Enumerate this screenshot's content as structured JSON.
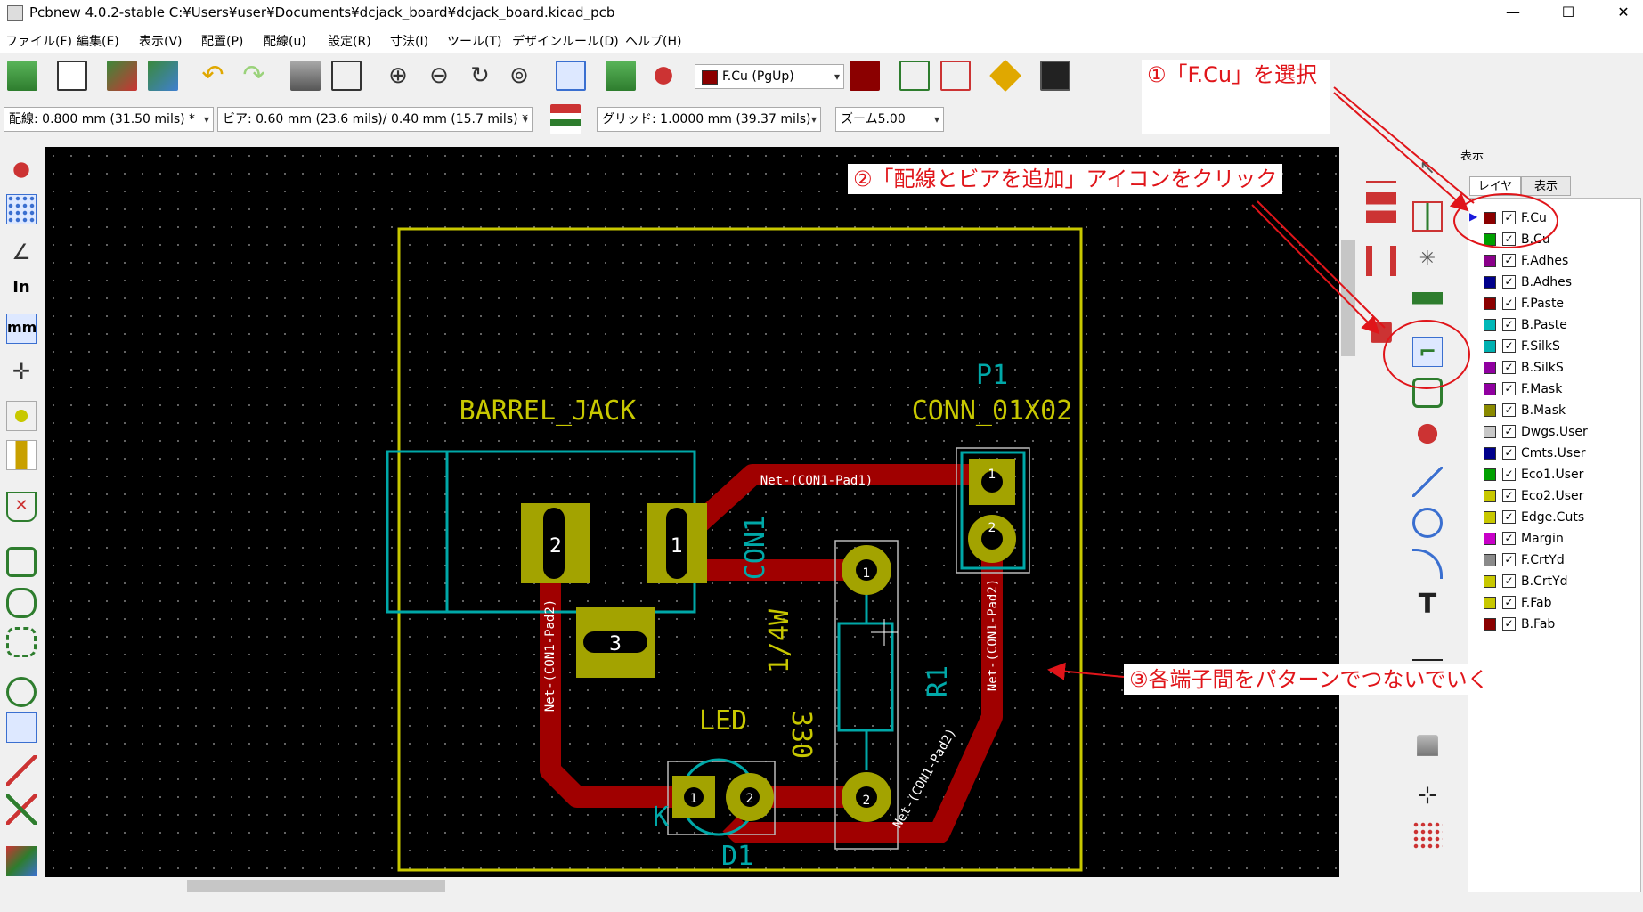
{
  "window": {
    "title": "Pcbnew 4.0.2-stable C:¥Users¥user¥Documents¥dcjack_board¥dcjack_board.kicad_pcb",
    "minimize": "—",
    "maximize": "☐",
    "close": "✕"
  },
  "menu": [
    "ファイル(F)",
    "編集(E)",
    "表示(V)",
    "配置(P)",
    "配線(u)",
    "設定(R)",
    "寸法(I)",
    "ツール(T)",
    "デザインルール(D)",
    "ヘルプ(H)"
  ],
  "toolbar": {
    "layer_select": "F.Cu (PgUp)",
    "track_width": "配線: 0.800 mm (31.50 mils) *",
    "via_size": "ビア: 0.60 mm (23.6 mils)/ 0.40 mm (15.7 mils) *",
    "grid": "グリッド: 1.0000 mm (39.37 mils)",
    "zoom": "ズーム5.00",
    "dropdown_arrow": "▾"
  },
  "left_toolbar": {
    "inch_label": "In",
    "mm_label": "mm"
  },
  "panel": {
    "title": "表示",
    "tab_layers": "レイヤ",
    "tab_render": "表示",
    "active_marker": "▶",
    "check_mark": "✓",
    "layers": [
      {
        "name": "F.Cu",
        "color": "#8b0000"
      },
      {
        "name": "B.Cu",
        "color": "#00a000"
      },
      {
        "name": "F.Adhes",
        "color": "#8a008a"
      },
      {
        "name": "B.Adhes",
        "color": "#00008b"
      },
      {
        "name": "F.Paste",
        "color": "#8b0000"
      },
      {
        "name": "B.Paste",
        "color": "#00b8b8"
      },
      {
        "name": "F.SilkS",
        "color": "#00b0b0"
      },
      {
        "name": "B.SilkS",
        "color": "#9000a0"
      },
      {
        "name": "F.Mask",
        "color": "#9000a0"
      },
      {
        "name": "B.Mask",
        "color": "#8a8a00"
      },
      {
        "name": "Dwgs.User",
        "color": "#c8c8c8"
      },
      {
        "name": "Cmts.User",
        "color": "#00008b"
      },
      {
        "name": "Eco1.User",
        "color": "#00a000"
      },
      {
        "name": "Eco2.User",
        "color": "#c8c800"
      },
      {
        "name": "Edge.Cuts",
        "color": "#c8c800"
      },
      {
        "name": "Margin",
        "color": "#c800c8"
      },
      {
        "name": "F.CrtYd",
        "color": "#8a8a8a"
      },
      {
        "name": "B.CrtYd",
        "color": "#c8c800"
      },
      {
        "name": "F.Fab",
        "color": "#c8c800"
      },
      {
        "name": "B.Fab",
        "color": "#8b0000"
      }
    ]
  },
  "right_toolbar": {
    "text_tool": "T"
  },
  "pcb": {
    "barrel_jack_ref": "BARREL_JACK",
    "con1": "CON1",
    "p1": "P1",
    "conn": "CONN_01X02",
    "r1": "R1",
    "resistor_value": "1/4W",
    "led": "LED",
    "led_value": "330",
    "d1": "D1",
    "k": "K",
    "pad1": "1",
    "pad2": "2",
    "pad3": "3",
    "net1": "Net-(CON1-Pad1)",
    "net2": "Net-(CON1-Pad2)",
    "net2b": "Net-(CON1-Pad2)",
    "net2c": "Net-(CON1-Pad2)",
    "colors": {
      "edge": "#c8c800",
      "copper": "#a00000",
      "pad": "#a3a300",
      "silk": "#00a8a8",
      "fab": "#c8c800"
    }
  },
  "annotations": {
    "step1": "①「F.Cu」を選択",
    "step2": "②「配線とビアを追加」アイコンをクリック",
    "step3": "③各端子間をパターンでつないでいく",
    "color": "#e0151a"
  }
}
